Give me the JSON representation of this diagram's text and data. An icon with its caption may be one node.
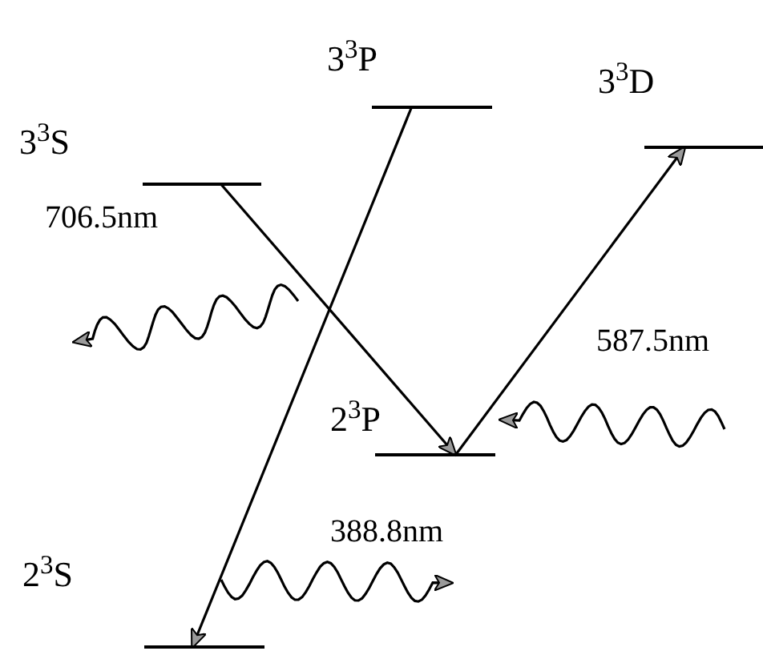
{
  "diagram": {
    "nodes": [
      {
        "text": [
          "3$^{3}$P"
        ]
      },
      {
        "text": [
          "3$^{3}$D"
        ]
      },
      {
        "text": [
          "3$^{3}$S"
        ]
      },
      {
        "text": [
          "2$^{3}$P"
        ]
      },
      {
        "text": [
          "2$^{3}$S"
        ]
      }
    ],
    "edges": [
      {
        "from": 2,
        "to": 3,
        "arrow": "to"
      },
      {
        "from": 0,
        "to": 4,
        "arrow": "to"
      },
      {
        "from": 3,
        "to": 1,
        "arrow": "to"
      }
    ],
    "labels": [
      "706.5nm",
      "587.5nm",
      "388.8nm"
    ]
  }
}
